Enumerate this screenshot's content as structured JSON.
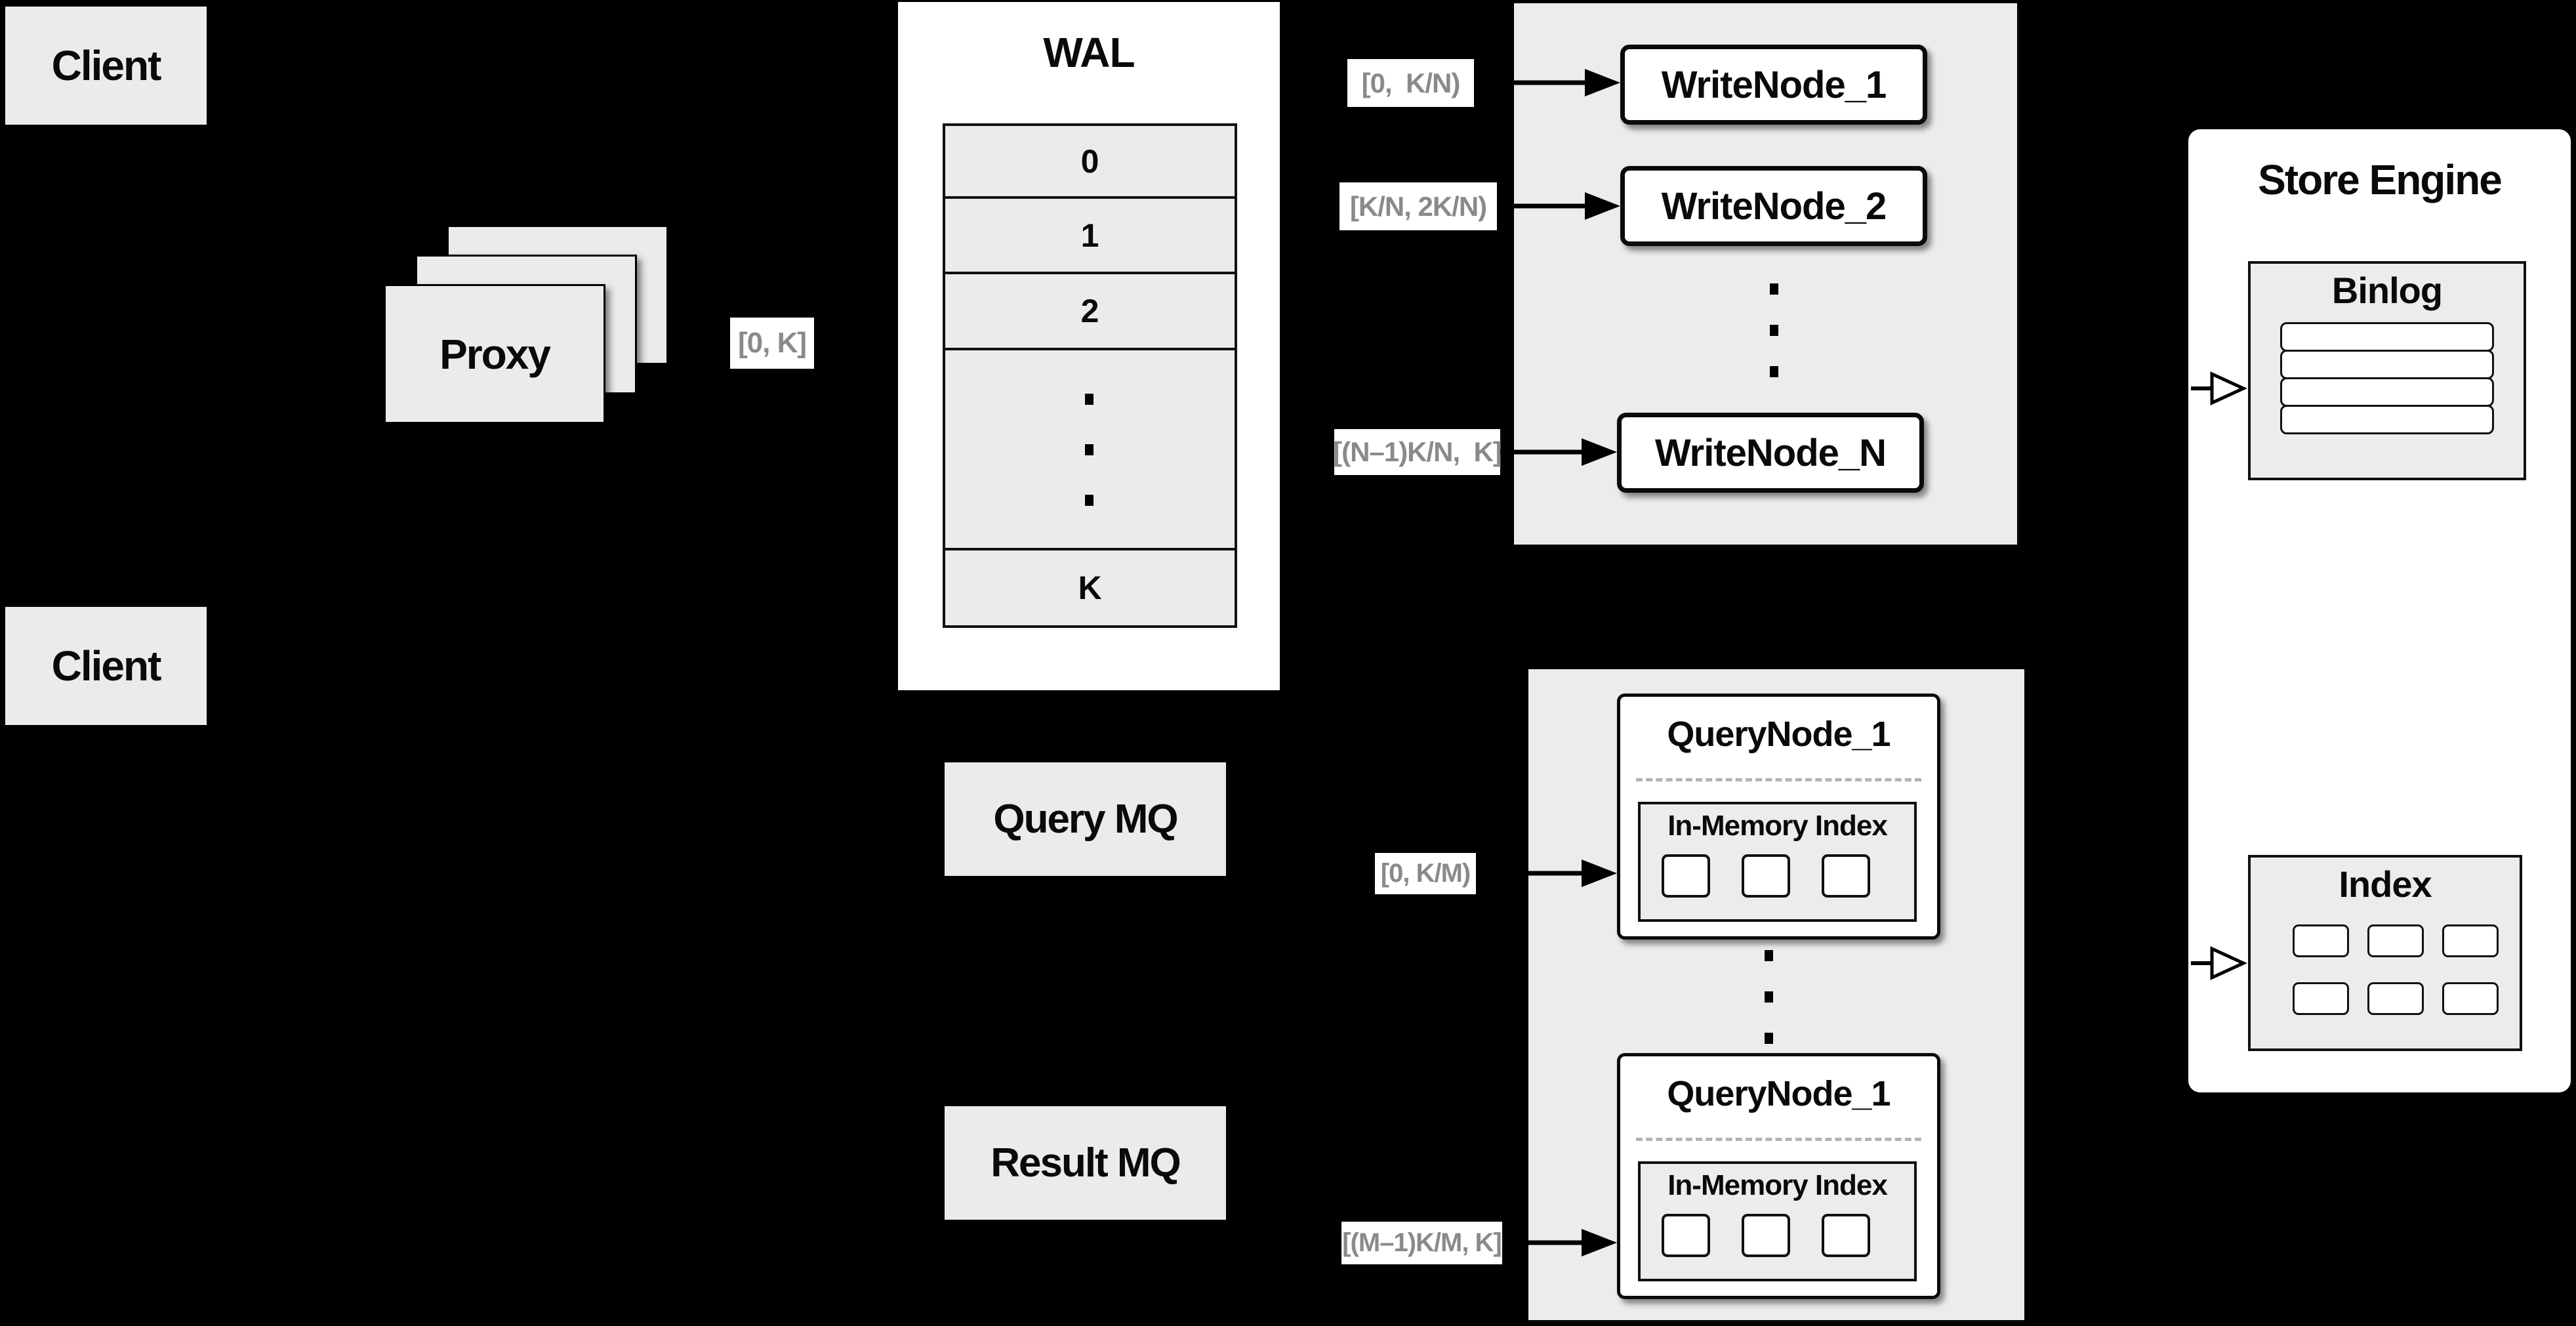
{
  "diagram": {
    "clients": {
      "top": "Client",
      "bottom": "Client"
    },
    "proxy": {
      "label": "Proxy"
    },
    "range_labels": {
      "proxy_to_wal": "[0, K]",
      "to_writenode_1": "[0,  K/N)",
      "to_writenode_2": "[K/N, 2K/N)",
      "to_writenode_n": "[(N–1)K/N,  K]",
      "to_querynode_1": "[0, K/M)",
      "to_querynode_m": "[(M–1)K/M, K]"
    },
    "wal": {
      "title": "WAL",
      "rows": [
        "0",
        "1",
        "2",
        "K"
      ]
    },
    "write_nodes": {
      "node_1": "WriteNode_1",
      "node_2": "WriteNode_2",
      "node_n": "WriteNode_N"
    },
    "mq": {
      "query": "Query MQ",
      "result": "Result MQ"
    },
    "query_nodes": {
      "title_1": "QueryNode_1",
      "title_2": "QueryNode_1",
      "inner_title": "In-Memory Index"
    },
    "store_engine": {
      "title": "Store Engine",
      "binlog": "Binlog",
      "index": "Index"
    }
  },
  "colors": {
    "background": "#000000",
    "panel": "#ececec",
    "box_fill": "#ebebeb",
    "node_fill": "#ffffff",
    "ink": "#0a0a0a",
    "muted_label_text": "#8a8a8a",
    "label_bg": "#ffffff"
  }
}
